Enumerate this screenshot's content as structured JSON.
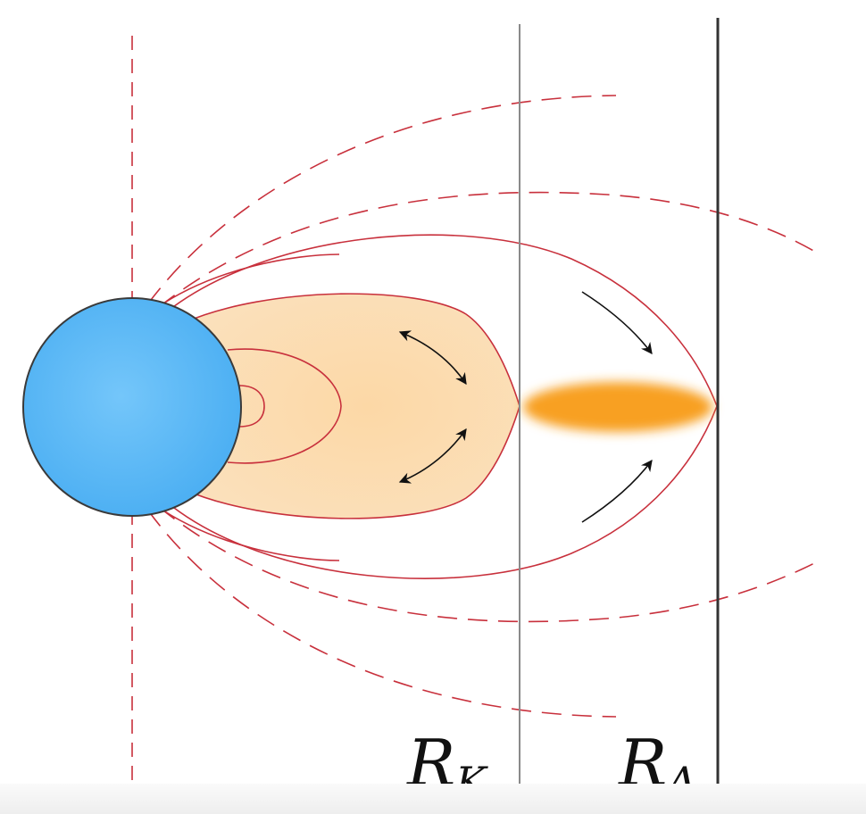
{
  "labels": {
    "kepler_radius": {
      "main": "R",
      "sub": "K"
    },
    "alfven_radius": {
      "main": "R",
      "sub": "A"
    }
  },
  "colors": {
    "star_fill": "#5bb8f6",
    "star_outline": "#3a3a3a",
    "field_line": "#c8303c",
    "disk_fill": "#fbd8a8",
    "magnetosphere_cloud": "#f8a020",
    "kepler_line": "#8a8a8a",
    "alfven_line": "#333333",
    "arrow": "#111111"
  },
  "icons": {
    "star": "star-sphere",
    "flow_arrows": "curved-arrow-icon"
  }
}
